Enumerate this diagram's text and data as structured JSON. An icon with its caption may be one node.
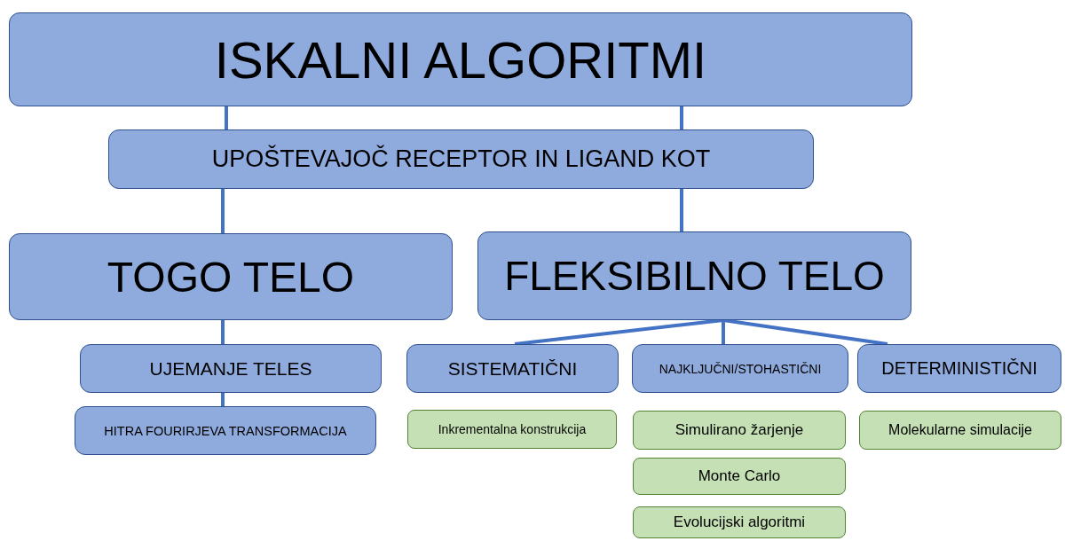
{
  "diagram": {
    "nodes": [
      {
        "text": [
          "ISKALNI ALGORITMI"
        ]
      },
      {
        "text": [
          "UPOŠTEVAJOČ RECEPTOR IN LIGAND KOT"
        ]
      },
      {
        "text": [
          "TOGO TELO"
        ]
      },
      {
        "text": [
          "FLEKSIBILNO TELO"
        ]
      },
      {
        "text": [
          "UJEMANJE TELES"
        ]
      },
      {
        "text": [
          "HITRA FOURIRJEVA TRANSFORMACIJA"
        ]
      },
      {
        "text": [
          "SISTEMATIČNI"
        ]
      },
      {
        "text": [
          "NAJKLJUČNI/STOHASTIČNI"
        ]
      },
      {
        "text": [
          "DETERMINISTIČNI"
        ]
      },
      {
        "text": [
          "Inkrementalna konstrukcija"
        ]
      },
      {
        "text": [
          "Simulirano žarjenje"
        ]
      },
      {
        "text": [
          "Monte Carlo"
        ]
      },
      {
        "text": [
          "Evolucijski algoritmi"
        ]
      },
      {
        "text": [
          "Molekularne simulacije"
        ]
      }
    ],
    "edges": [
      {
        "from": 0,
        "to": 1,
        "arrow": "none"
      },
      {
        "from": 0,
        "to": 1,
        "arrow": "none"
      },
      {
        "from": 1,
        "to": 2,
        "arrow": "none"
      },
      {
        "from": 1,
        "to": 3,
        "arrow": "none"
      },
      {
        "from": 2,
        "to": 4,
        "arrow": "none"
      },
      {
        "from": 4,
        "to": 5,
        "arrow": "none"
      },
      {
        "from": 3,
        "to": 6,
        "arrow": "none"
      },
      {
        "from": 3,
        "to": 7,
        "arrow": "none"
      },
      {
        "from": 3,
        "to": 8,
        "arrow": "none"
      }
    ]
  }
}
